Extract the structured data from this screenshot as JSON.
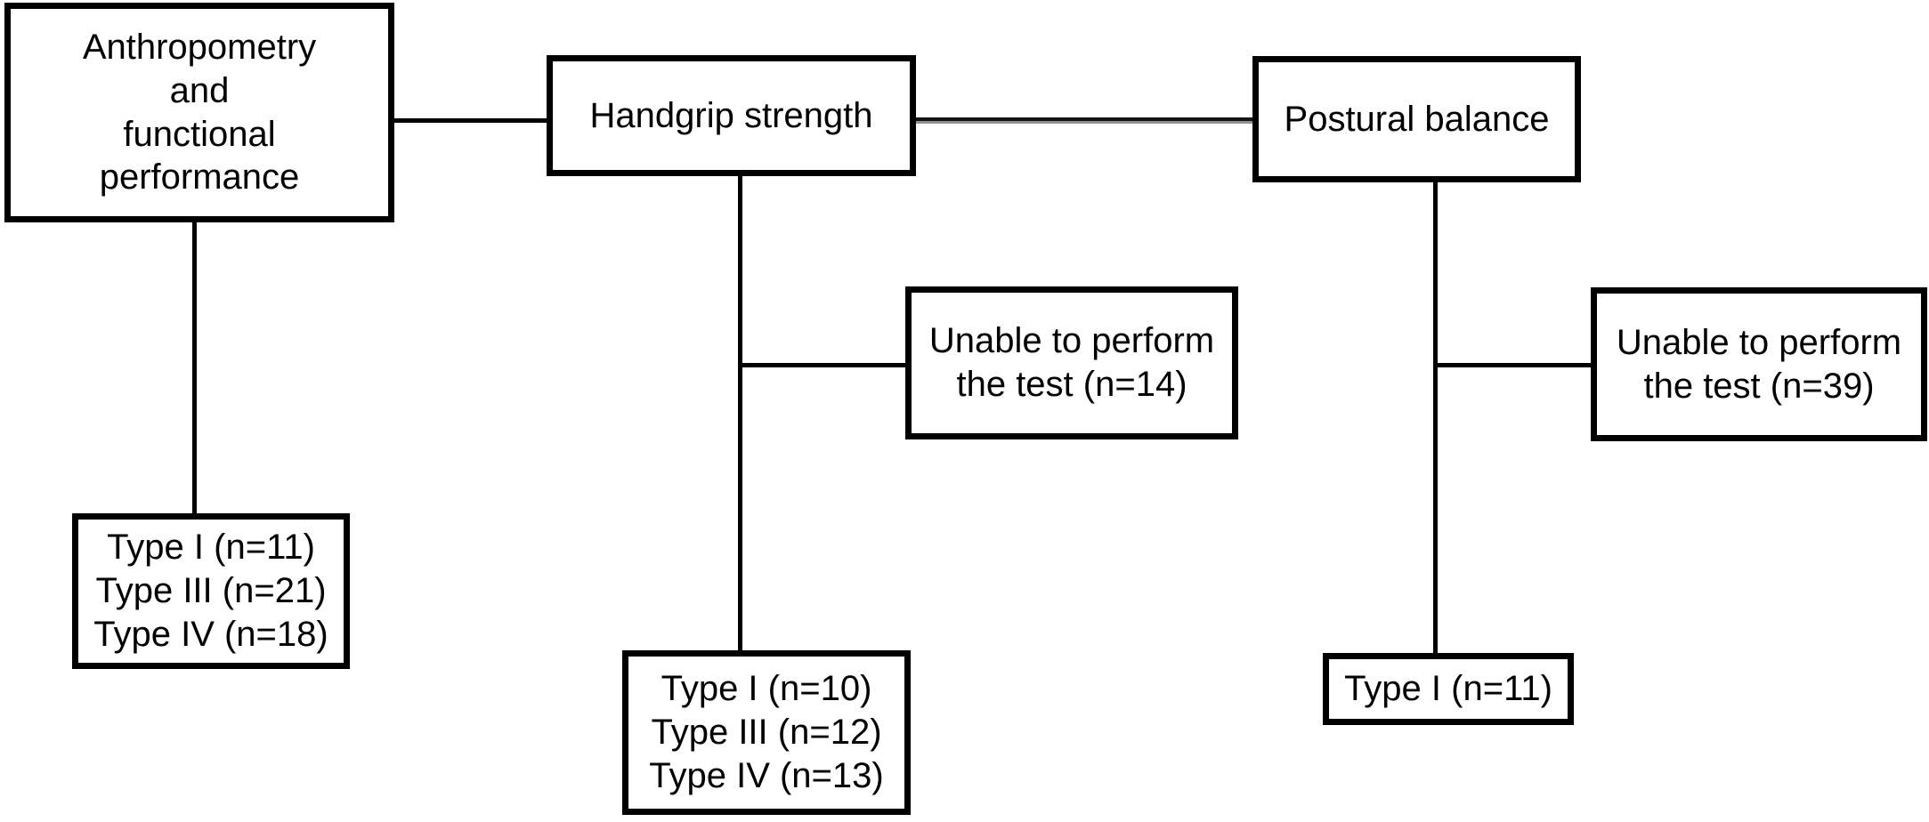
{
  "figure": {
    "type": "study-flow-diagram",
    "colors": {
      "box_border": "#000000",
      "box_fill": "#ffffff",
      "text": "#000000",
      "connector": "#000000",
      "connector_shade": "#909090"
    },
    "boxes": {
      "anthropometry": {
        "lines": [
          "Anthropometry",
          "and",
          "functional",
          "performance"
        ]
      },
      "handgrip": {
        "lines": [
          "Handgrip strength"
        ]
      },
      "postural": {
        "lines": [
          "Postural balance"
        ]
      },
      "unable_handgrip": {
        "lines": [
          "Unable to perform",
          "the test (n=14)"
        ]
      },
      "unable_postural": {
        "lines": [
          "Unable to perform",
          "the test (n=39)"
        ]
      },
      "types_anthropometry": {
        "lines": [
          "Type I (n=11)",
          "Type III (n=21)",
          "Type IV (n=18)"
        ]
      },
      "types_handgrip": {
        "lines": [
          "Type I (n=10)",
          "Type III (n=12)",
          "Type IV (n=13)"
        ]
      },
      "types_postural": {
        "lines": [
          "Type I (n=11)"
        ]
      }
    }
  }
}
